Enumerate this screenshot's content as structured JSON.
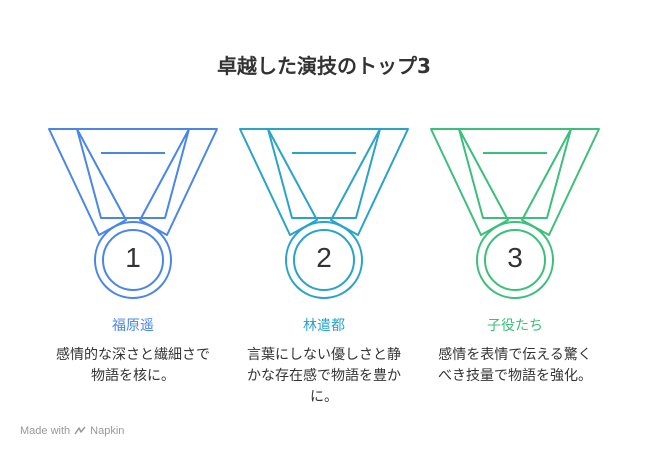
{
  "title": "卓越した演技のトップ3",
  "medals": [
    {
      "number": "1",
      "name": "福原遥",
      "description": "感情的な深さと繊細さで物語を核に。",
      "color": "#4a86e8"
    },
    {
      "number": "2",
      "name": "林遣都",
      "description": "言葉にしない優しさと静かな存在感で物語を豊かに。",
      "color": "#29a3c9"
    },
    {
      "number": "3",
      "name": "子役たち",
      "description": "感情を表情で伝える驚くべき技量で物語を強化。",
      "color": "#3cbf7a"
    }
  ],
  "footer": {
    "text": "Made with",
    "brand": "Napkin",
    "icon": "napkin-logo-icon"
  }
}
